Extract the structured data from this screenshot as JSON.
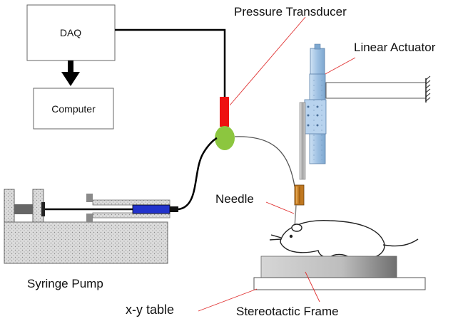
{
  "labels": {
    "daq": "DAQ",
    "computer": "Computer",
    "pressure_transducer": "Pressure Transducer",
    "linear_actuator": "Linear Actuator",
    "needle": "Needle",
    "syringe_pump": "Syringe Pump",
    "xy_table": "x-y table",
    "stereotactic_frame": "Stereotactic Frame"
  },
  "colors": {
    "transducer": "#ee1111",
    "junction": "#8cc63f",
    "syringe_plunger": "#2233cc",
    "actuator": "#a8c8e8",
    "needle_holder": "#c07820",
    "pump_body": "#d8d8d8",
    "callout_line": "#e03030"
  },
  "icons": {
    "arrow": "arrow-down-icon",
    "mouse": "mouse-icon",
    "wall_mount": "wall-mount-hatch-icon"
  }
}
